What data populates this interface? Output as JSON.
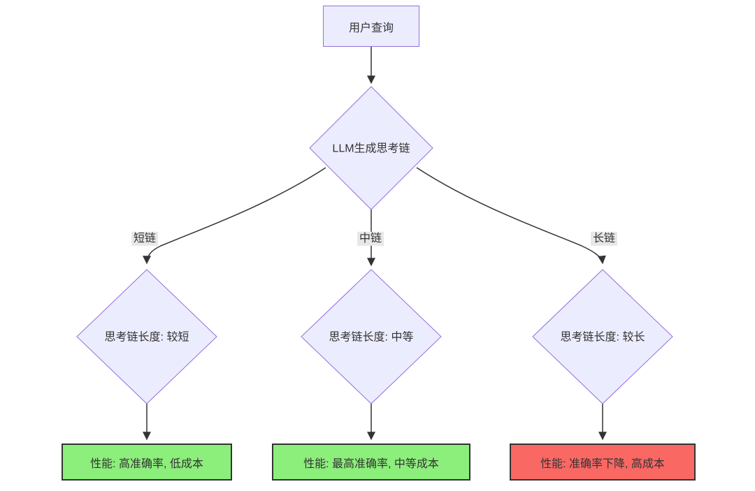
{
  "diagram": {
    "type": "flowchart",
    "direction": "top-down",
    "colors": {
      "background": "#ffffff",
      "node_fill": "#ECECFF",
      "node_border": "#9370DB",
      "edge_color": "#333333",
      "edge_label_bg": "#e8e8e8",
      "text_color": "#333333",
      "good_fill": "#8CEF7B",
      "bad_fill": "#FA6864",
      "result_border": "#333333"
    },
    "nodes": {
      "start": {
        "label": "用户查询",
        "shape": "rect"
      },
      "decision": {
        "label": "LLM生成思考链",
        "shape": "diamond"
      },
      "short_len": {
        "label": "思考链长度: 较短",
        "shape": "diamond"
      },
      "medium_len": {
        "label": "思考链长度: 中等",
        "shape": "diamond"
      },
      "long_len": {
        "label": "思考链长度: 较长",
        "shape": "diamond"
      },
      "short_result": {
        "label": "性能: 高准确率, 低成本",
        "shape": "rect",
        "status": "good"
      },
      "medium_result": {
        "label": "性能: 最高准确率, 中等成本",
        "shape": "rect",
        "status": "good"
      },
      "long_result": {
        "label": "性能: 准确率下降, 高成本",
        "shape": "rect",
        "status": "bad"
      }
    },
    "edges": {
      "short_label": "短链",
      "medium_label": "中链",
      "long_label": "长链"
    }
  }
}
